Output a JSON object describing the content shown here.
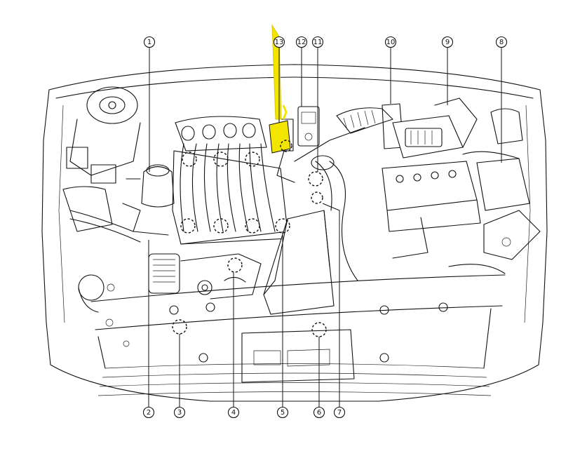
{
  "diagram": {
    "callouts": [
      {
        "id": "c1",
        "label": "1"
      },
      {
        "id": "c2",
        "label": "2"
      },
      {
        "id": "c3",
        "label": "3"
      },
      {
        "id": "c4",
        "label": "4"
      },
      {
        "id": "c5",
        "label": "5"
      },
      {
        "id": "c6",
        "label": "6"
      },
      {
        "id": "c7",
        "label": "7"
      },
      {
        "id": "c8",
        "label": "8"
      },
      {
        "id": "c9",
        "label": "9"
      },
      {
        "id": "c10",
        "label": "10"
      },
      {
        "id": "c11",
        "label": "11"
      },
      {
        "id": "c12",
        "label": "12"
      },
      {
        "id": "c13",
        "label": "13"
      }
    ],
    "colors": {
      "line": "#111111",
      "background": "#ffffff",
      "highlight": "#f2e500"
    }
  }
}
